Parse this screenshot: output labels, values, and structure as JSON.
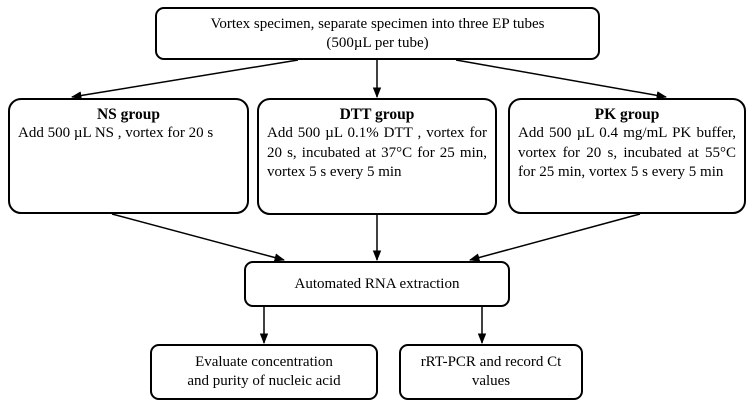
{
  "diagram": {
    "top_box": {
      "line1": "Vortex specimen, separate specimen into three EP tubes",
      "line2": "(500µL per tube)"
    },
    "groups": [
      {
        "title": "NS group",
        "text": "Add 500 µL NS , vortex for 20 s"
      },
      {
        "title": "DTT group",
        "text": "Add 500 µL 0.1% DTT , vortex for 20 s, incubated at 37°C for 25 min, vortex 5 s every 5 min"
      },
      {
        "title": "PK group",
        "text": "Add 500 µL 0.4 mg/mL PK buffer, vortex for 20 s, incubated at 55°C for 25 min, vortex 5 s every 5 min"
      }
    ],
    "extraction_box": {
      "label": "Automated RNA extraction"
    },
    "evaluate_box": {
      "line1": "Evaluate concentration",
      "line2": "and purity of nucleic acid"
    },
    "pcr_box": {
      "line1": "rRT-PCR and record Ct",
      "line2": "values"
    },
    "colors": {
      "stroke": "#000000",
      "background": "#ffffff"
    }
  }
}
